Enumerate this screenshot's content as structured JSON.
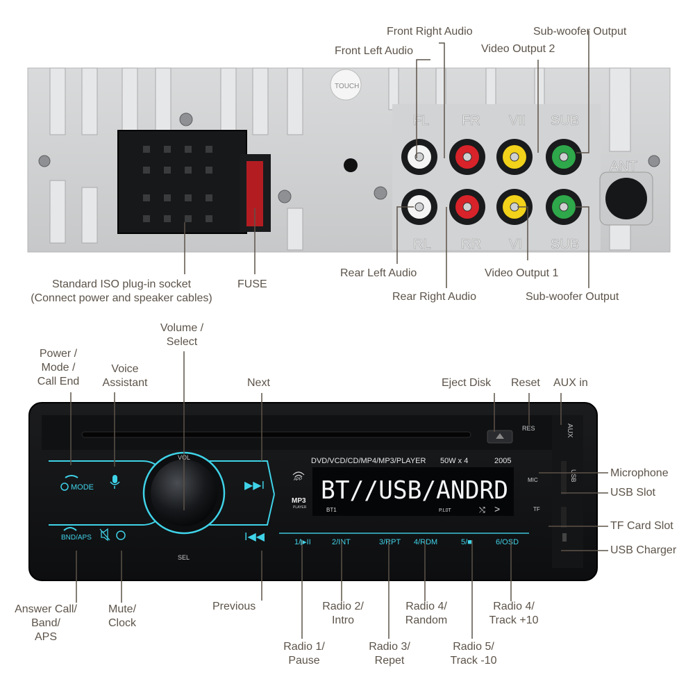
{
  "rear": {
    "labels": {
      "front_right_audio": "Front Right Audio",
      "subwoofer_output_top": "Sub-woofer Output",
      "front_left_audio": "Front Left Audio",
      "video_output_2": "Video Output 2",
      "iso_socket": "Standard ISO plug-in socket\n(Connect power and speaker cables)",
      "fuse": "FUSE",
      "rear_left_audio": "Rear Left Audio",
      "video_output_1": "Video Output 1",
      "rear_right_audio": "Rear Right Audio",
      "subwoofer_output_bottom": "Sub-woofer Output"
    },
    "panel_marks": {
      "fl": "FL",
      "fr": "FR",
      "v2": "VII",
      "sub_top": "SUB",
      "rl": "RL",
      "rr": "RR",
      "v1": "VI",
      "sub_bottom": "SUB",
      "ant": "ANT",
      "sticker": "TOUCH"
    },
    "jack_colors": {
      "white": "#f4f4f4",
      "red": "#d8232a",
      "yellow": "#f2d21a",
      "green": "#2ea84a"
    }
  },
  "front": {
    "labels": {
      "volume_select": "Volume /\nSelect",
      "power_mode": "Power /\nMode /\nCall End",
      "voice_assistant": "Voice\nAssistant",
      "next": "Next",
      "eject_disk": "Eject Disk",
      "reset": "Reset",
      "aux_in": "AUX in",
      "microphone": "Microphone",
      "usb_slot": "USB Slot",
      "tf_card_slot": "TF Card Slot",
      "usb_charger": "USB Charger",
      "answer_call": "Answer Call/\nBand/\nAPS",
      "mute_clock": "Mute/\nClock",
      "previous": "Previous",
      "radio2": "Radio 2/\nIntro",
      "radio4_random": "Radio 4/\nRandom",
      "radio4_track": "Radio 4/\nTrack +10",
      "radio1": "Radio 1/\nPause",
      "radio3": "Radio 3/\nRepet",
      "radio5": "Radio 5/\nTrack -10"
    },
    "panel": {
      "model_line": "DVD/VCD/CD/MP4/MP3/PLAYER",
      "power_line": "50W x 4",
      "model_no": "2005",
      "display": "BT//USB/ANDRD",
      "display_sub_left": "BT1",
      "display_sub_right": "P.L0T",
      "vol": "VOL",
      "sel": "SEL",
      "mode_btn": "MODE",
      "bnd_btn": "BND/APS",
      "app": "APP",
      "mp3": "MP3",
      "mp3_sub": "PLAYER",
      "mic": "MIC",
      "tf": "TF",
      "res": "RES",
      "aux": "AUX",
      "usb": "USB",
      "presets": [
        "1/▶II",
        "2/INT",
        "3/RPT",
        "4/RDM",
        "5/■",
        "6/OSD"
      ]
    },
    "glow_color": "#3fd3e8"
  }
}
